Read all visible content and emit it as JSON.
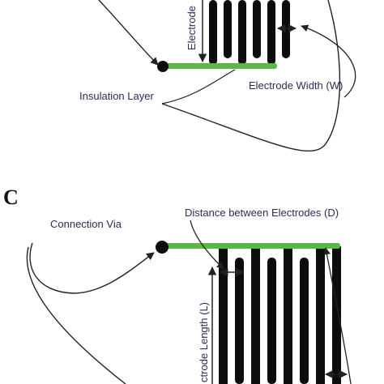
{
  "panels": [
    {
      "letter": "",
      "labels": {
        "electrode_length_partial": "Electrode",
        "insulation_layer": "Insulation Layer",
        "electrode_width": "Electrode Width (W)"
      }
    },
    {
      "letter": "C",
      "labels": {
        "connection_via": "Connection Via",
        "distance_between_electrodes": "Distance between Electrodes (D)",
        "electrode_length_partial": "ctrode Length (L)"
      }
    }
  ],
  "colors": {
    "insulation": "#5cb746",
    "electrode": "#0d0d0d",
    "label_text": "#2f2a5a",
    "arrow": "#222222"
  }
}
